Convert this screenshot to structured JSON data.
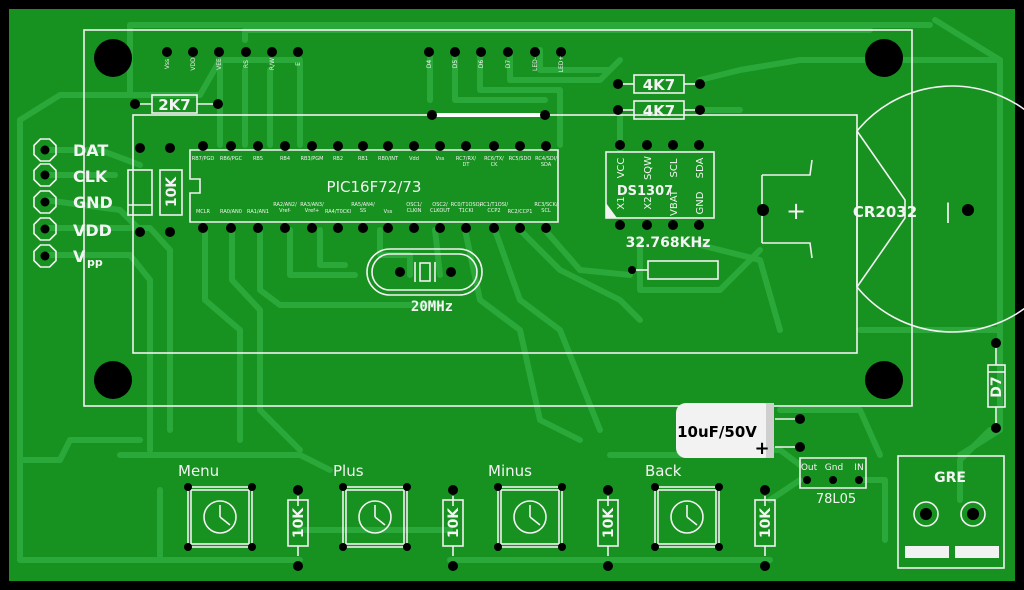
{
  "colors": {
    "board": "#17911f",
    "copper": "#2aa83a",
    "silkscreen": "#f2f2f2",
    "pad": "#000000",
    "edge": "#000000"
  },
  "header": {
    "pins": [
      "DAT",
      "CLK",
      "GND",
      "VDD",
      "V"
    ],
    "vpp_subscript": "pp"
  },
  "lcd": {
    "pins": [
      "Vss",
      "VDD",
      "VEE",
      "RS",
      "R/W",
      "E",
      "D4",
      "D5",
      "D6",
      "D7",
      "LED-",
      "LED+"
    ]
  },
  "resistors": {
    "r_lcd": "2K7",
    "r_mclr": "10K",
    "r_rtc_1": "4K7",
    "r_rtc_2": "4K7",
    "r_btn_1": "10K",
    "r_btn_2": "10K",
    "r_btn_3": "10K",
    "r_btn_4": "10K"
  },
  "mcu": {
    "part": "PIC16F72/73",
    "top_pins": [
      "RB7/PGD",
      "RB6/PGC",
      "RB5",
      "RB4",
      "RB3/PGM",
      "RB2",
      "RB1",
      "RB0/INT",
      "Vdd",
      "Vss",
      "RC7/RX/DT",
      "RC6/TX/CK",
      "RC5/SDO",
      "RC4/SDI/SDA"
    ],
    "bottom_pins": [
      "MCLR",
      "RA0/AN0",
      "RA1/AN1",
      "RA2/AN2/Vref-",
      "RA3/AN3/Vref+",
      "RA4/T0CKI",
      "RA5/AN4/SS",
      "Vss",
      "OSC1/CLKIN",
      "OSC2/CLKOUT",
      "RC0/T1OSO/T1CKI",
      "RC1/T1OSI/CCP2",
      "RC2/CCP1",
      "RC3/SCK/SCL"
    ]
  },
  "crystal_main": "20MHz",
  "rtc": {
    "part": "DS1307",
    "top_pins": [
      "VCC",
      "SQW",
      "SCL",
      "SDA"
    ],
    "bottom_pins": [
      "X1",
      "X2",
      "VBAT",
      "GND"
    ],
    "crystal": "32.768KHz"
  },
  "battery": {
    "label": "CR2032",
    "plus": "+",
    "minus": "|"
  },
  "capacitor": {
    "label": "10uF/50V",
    "plus": "+"
  },
  "diode": "D7",
  "regulator": {
    "part": "78L05",
    "pins": [
      "Out",
      "Gnd",
      "IN"
    ]
  },
  "connector": "GRE",
  "buttons": [
    "Menu",
    "Plus",
    "Minus",
    "Back"
  ]
}
